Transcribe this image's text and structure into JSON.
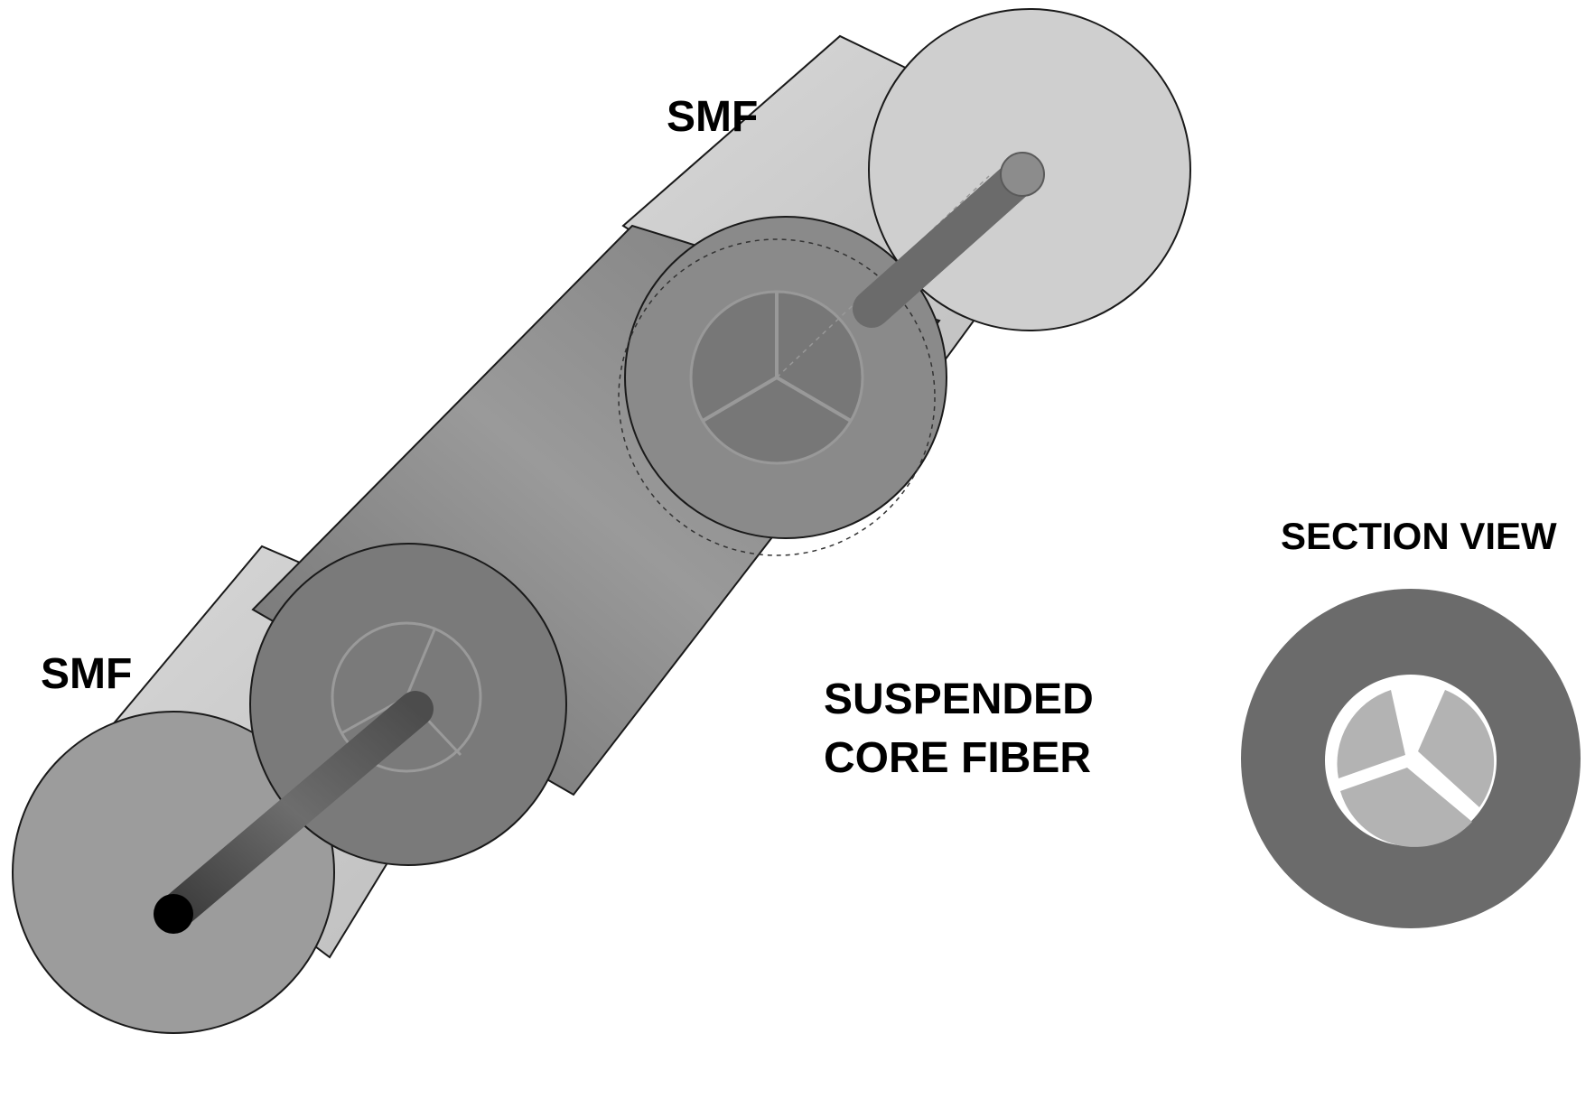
{
  "labels": {
    "smf_top": "SMF",
    "smf_bottom": "SMF",
    "suspended_line1": "SUSPENDED",
    "suspended_line2": "CORE FIBER",
    "section_view": "SECTION VIEW"
  },
  "colors": {
    "smf_cladding": "#c9c9c9",
    "suspended_cladding": "#8e8e8e",
    "core": "#555555",
    "section_outer": "#6b6b6b",
    "section_holes": "#b3b3b3",
    "outline": "#1a1a1a"
  }
}
